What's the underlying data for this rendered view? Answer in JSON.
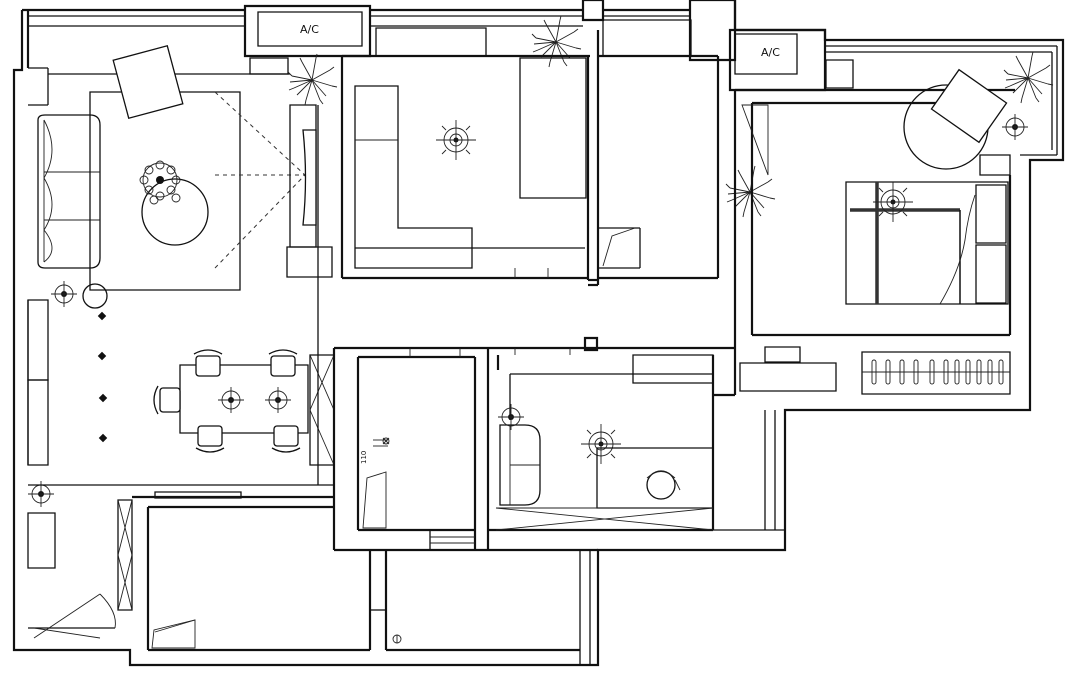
{
  "plan": {
    "labels": {
      "ac_living": "A/C",
      "ac_bedroom": "A/C"
    },
    "dimension_note": "110"
  }
}
